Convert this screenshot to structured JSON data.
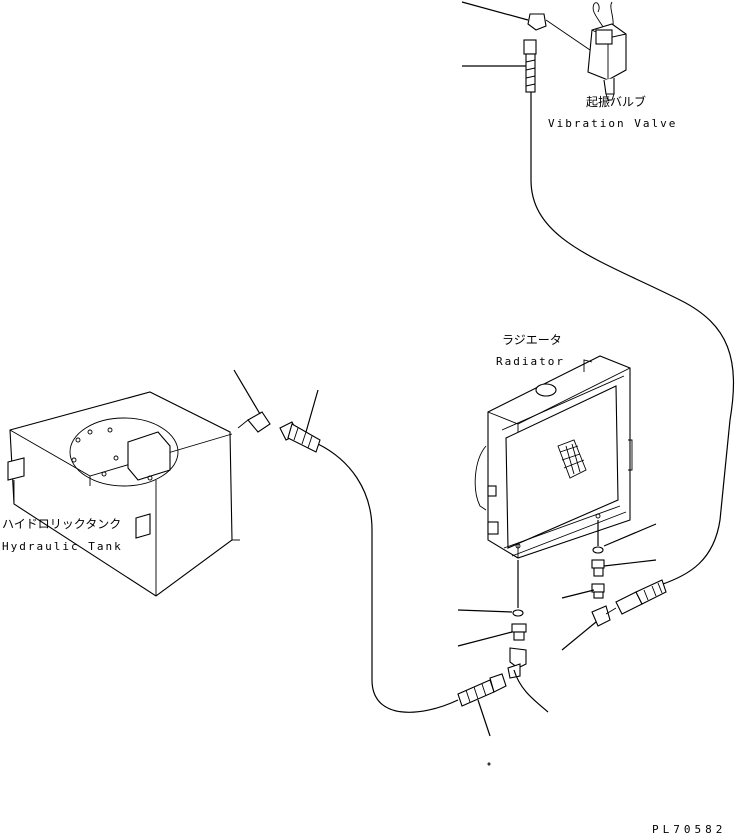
{
  "labels": {
    "vibration_valve_jp": "起振バルブ",
    "vibration_valve_en": "Vibration Valve",
    "radiator_jp": "ラジエータ",
    "radiator_en": "Radiator",
    "hydraulic_tank_jp": "ハイドロリックタンク",
    "hydraulic_tank_en": "Hydraulic Tank",
    "drawing_number": "PL70582"
  }
}
